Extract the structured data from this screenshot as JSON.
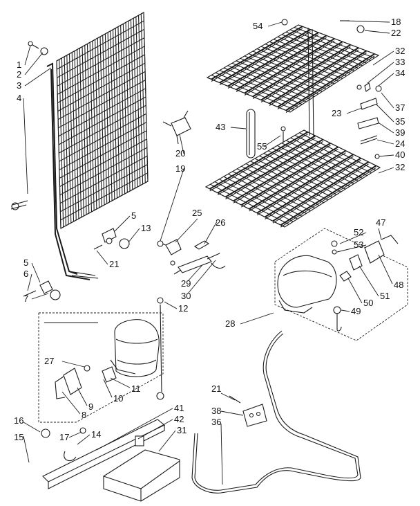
{
  "labels": {
    "l1": "1",
    "l2": "2",
    "l3": "3",
    "l4": "4",
    "l5a": "5",
    "l5b": "5",
    "l6": "6",
    "l7": "7",
    "l8": "8",
    "l9": "9",
    "l10": "10",
    "l11": "11",
    "l12": "12",
    "l13": "13",
    "l14": "14",
    "l15": "15",
    "l16": "16",
    "l17": "17",
    "l18": "18",
    "l19": "19",
    "l20": "20",
    "l21a": "21",
    "l21b": "21",
    "l22": "22",
    "l23": "23",
    "l24": "24",
    "l25": "25",
    "l26": "26",
    "l27": "27",
    "l28": "28",
    "l29": "29",
    "l30": "30",
    "l31": "31",
    "l32a": "32",
    "l32b": "32",
    "l33": "33",
    "l34": "34",
    "l35": "35",
    "l36": "36",
    "l37": "37",
    "l38": "38",
    "l39": "39",
    "l40": "40",
    "l41": "41",
    "l42": "42",
    "l43": "43",
    "l47": "47",
    "l48": "48",
    "l49": "49",
    "l50": "50",
    "l51": "51",
    "l52": "52",
    "l53": "53",
    "l54": "54",
    "l55": "55"
  }
}
